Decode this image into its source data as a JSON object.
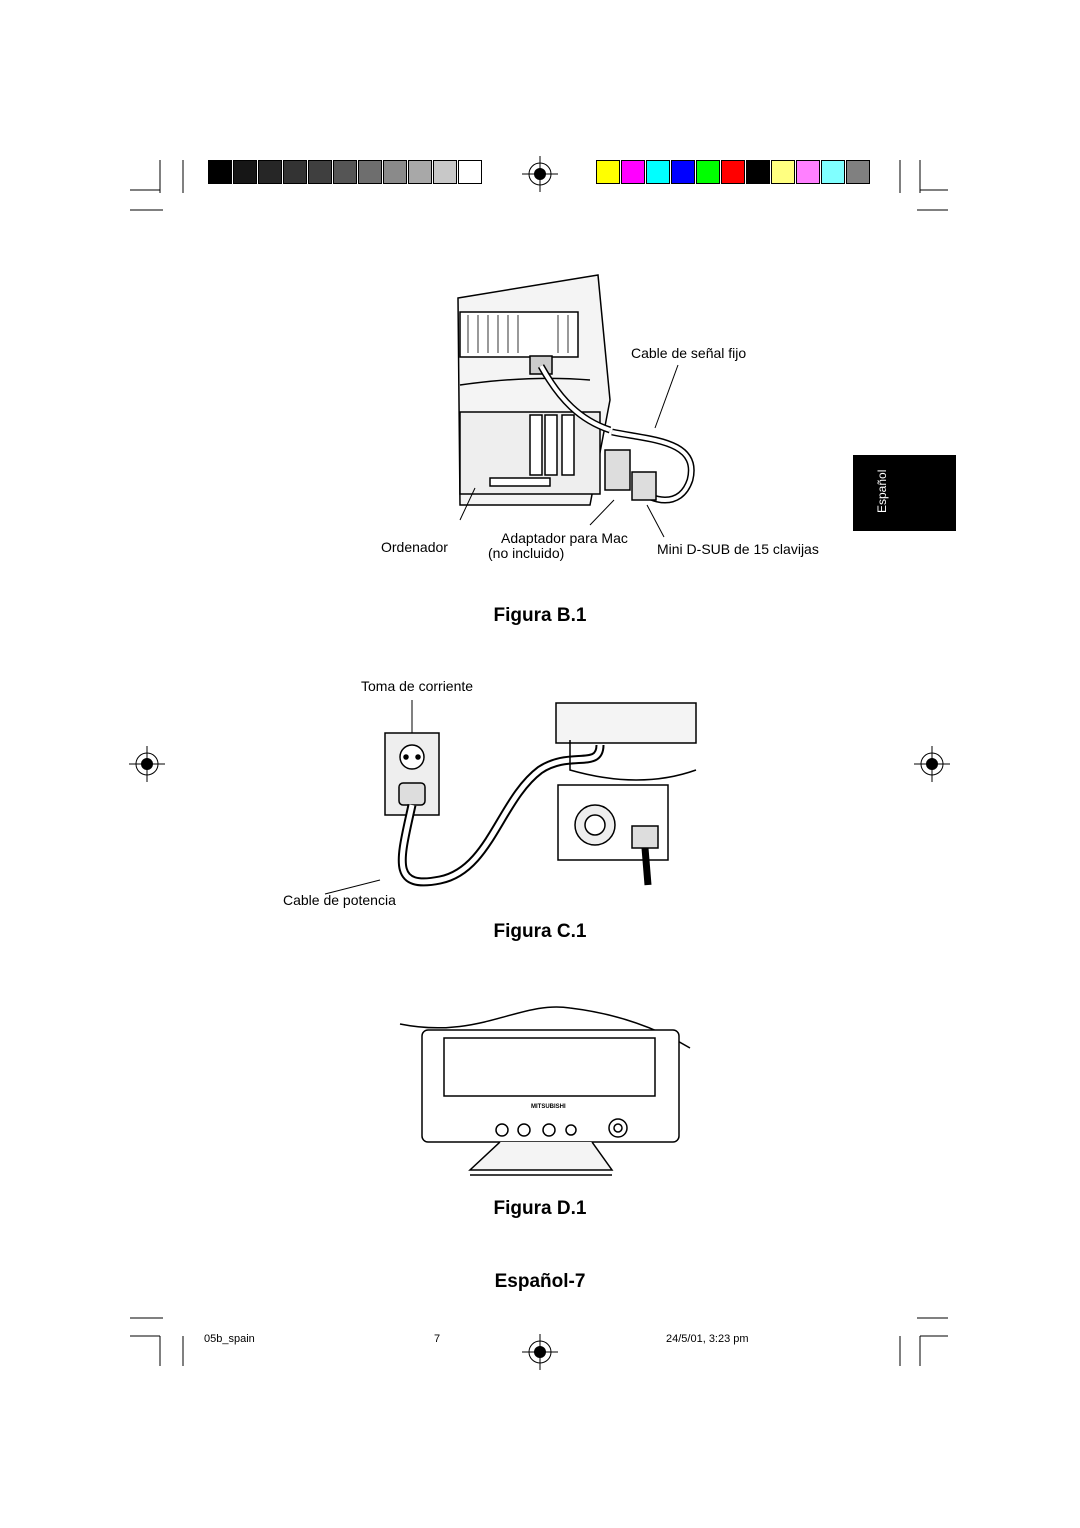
{
  "color_bar": {
    "grays": [
      "#000000",
      "#161616",
      "#262626",
      "#333333",
      "#3f3f3f",
      "#555555",
      "#6e6e6e",
      "#8a8a8a",
      "#a8a8a8",
      "#c8c8c8",
      "#ffffff"
    ],
    "colors": [
      "#ffff00",
      "#ff00ff",
      "#00ffff",
      "#0000ff",
      "#00ff00",
      "#ff0000",
      "#000000",
      "#ffff80",
      "#ff80ff",
      "#80ffff",
      "#808080"
    ]
  },
  "side_tab": {
    "label": "Español"
  },
  "figure_b": {
    "caption": "Figura B.1",
    "labels": {
      "signal_cable": "Cable de señal fijo",
      "computer": "Ordenador",
      "adapter_line1": "Adaptador para Mac",
      "adapter_line2": "(no incluido)",
      "connector": "Mini D-SUB de 15 clavijas"
    }
  },
  "figure_c": {
    "caption": "Figura C.1",
    "labels": {
      "outlet": "Toma de corriente",
      "power_cable": "Cable de potencia"
    }
  },
  "figure_d": {
    "caption": "Figura D.1",
    "brand": "MITSUBISHI"
  },
  "page_label": "Español-7",
  "footer": {
    "file": "05b_spain",
    "page": "7",
    "date": "24/5/01, 3:23 pm"
  }
}
